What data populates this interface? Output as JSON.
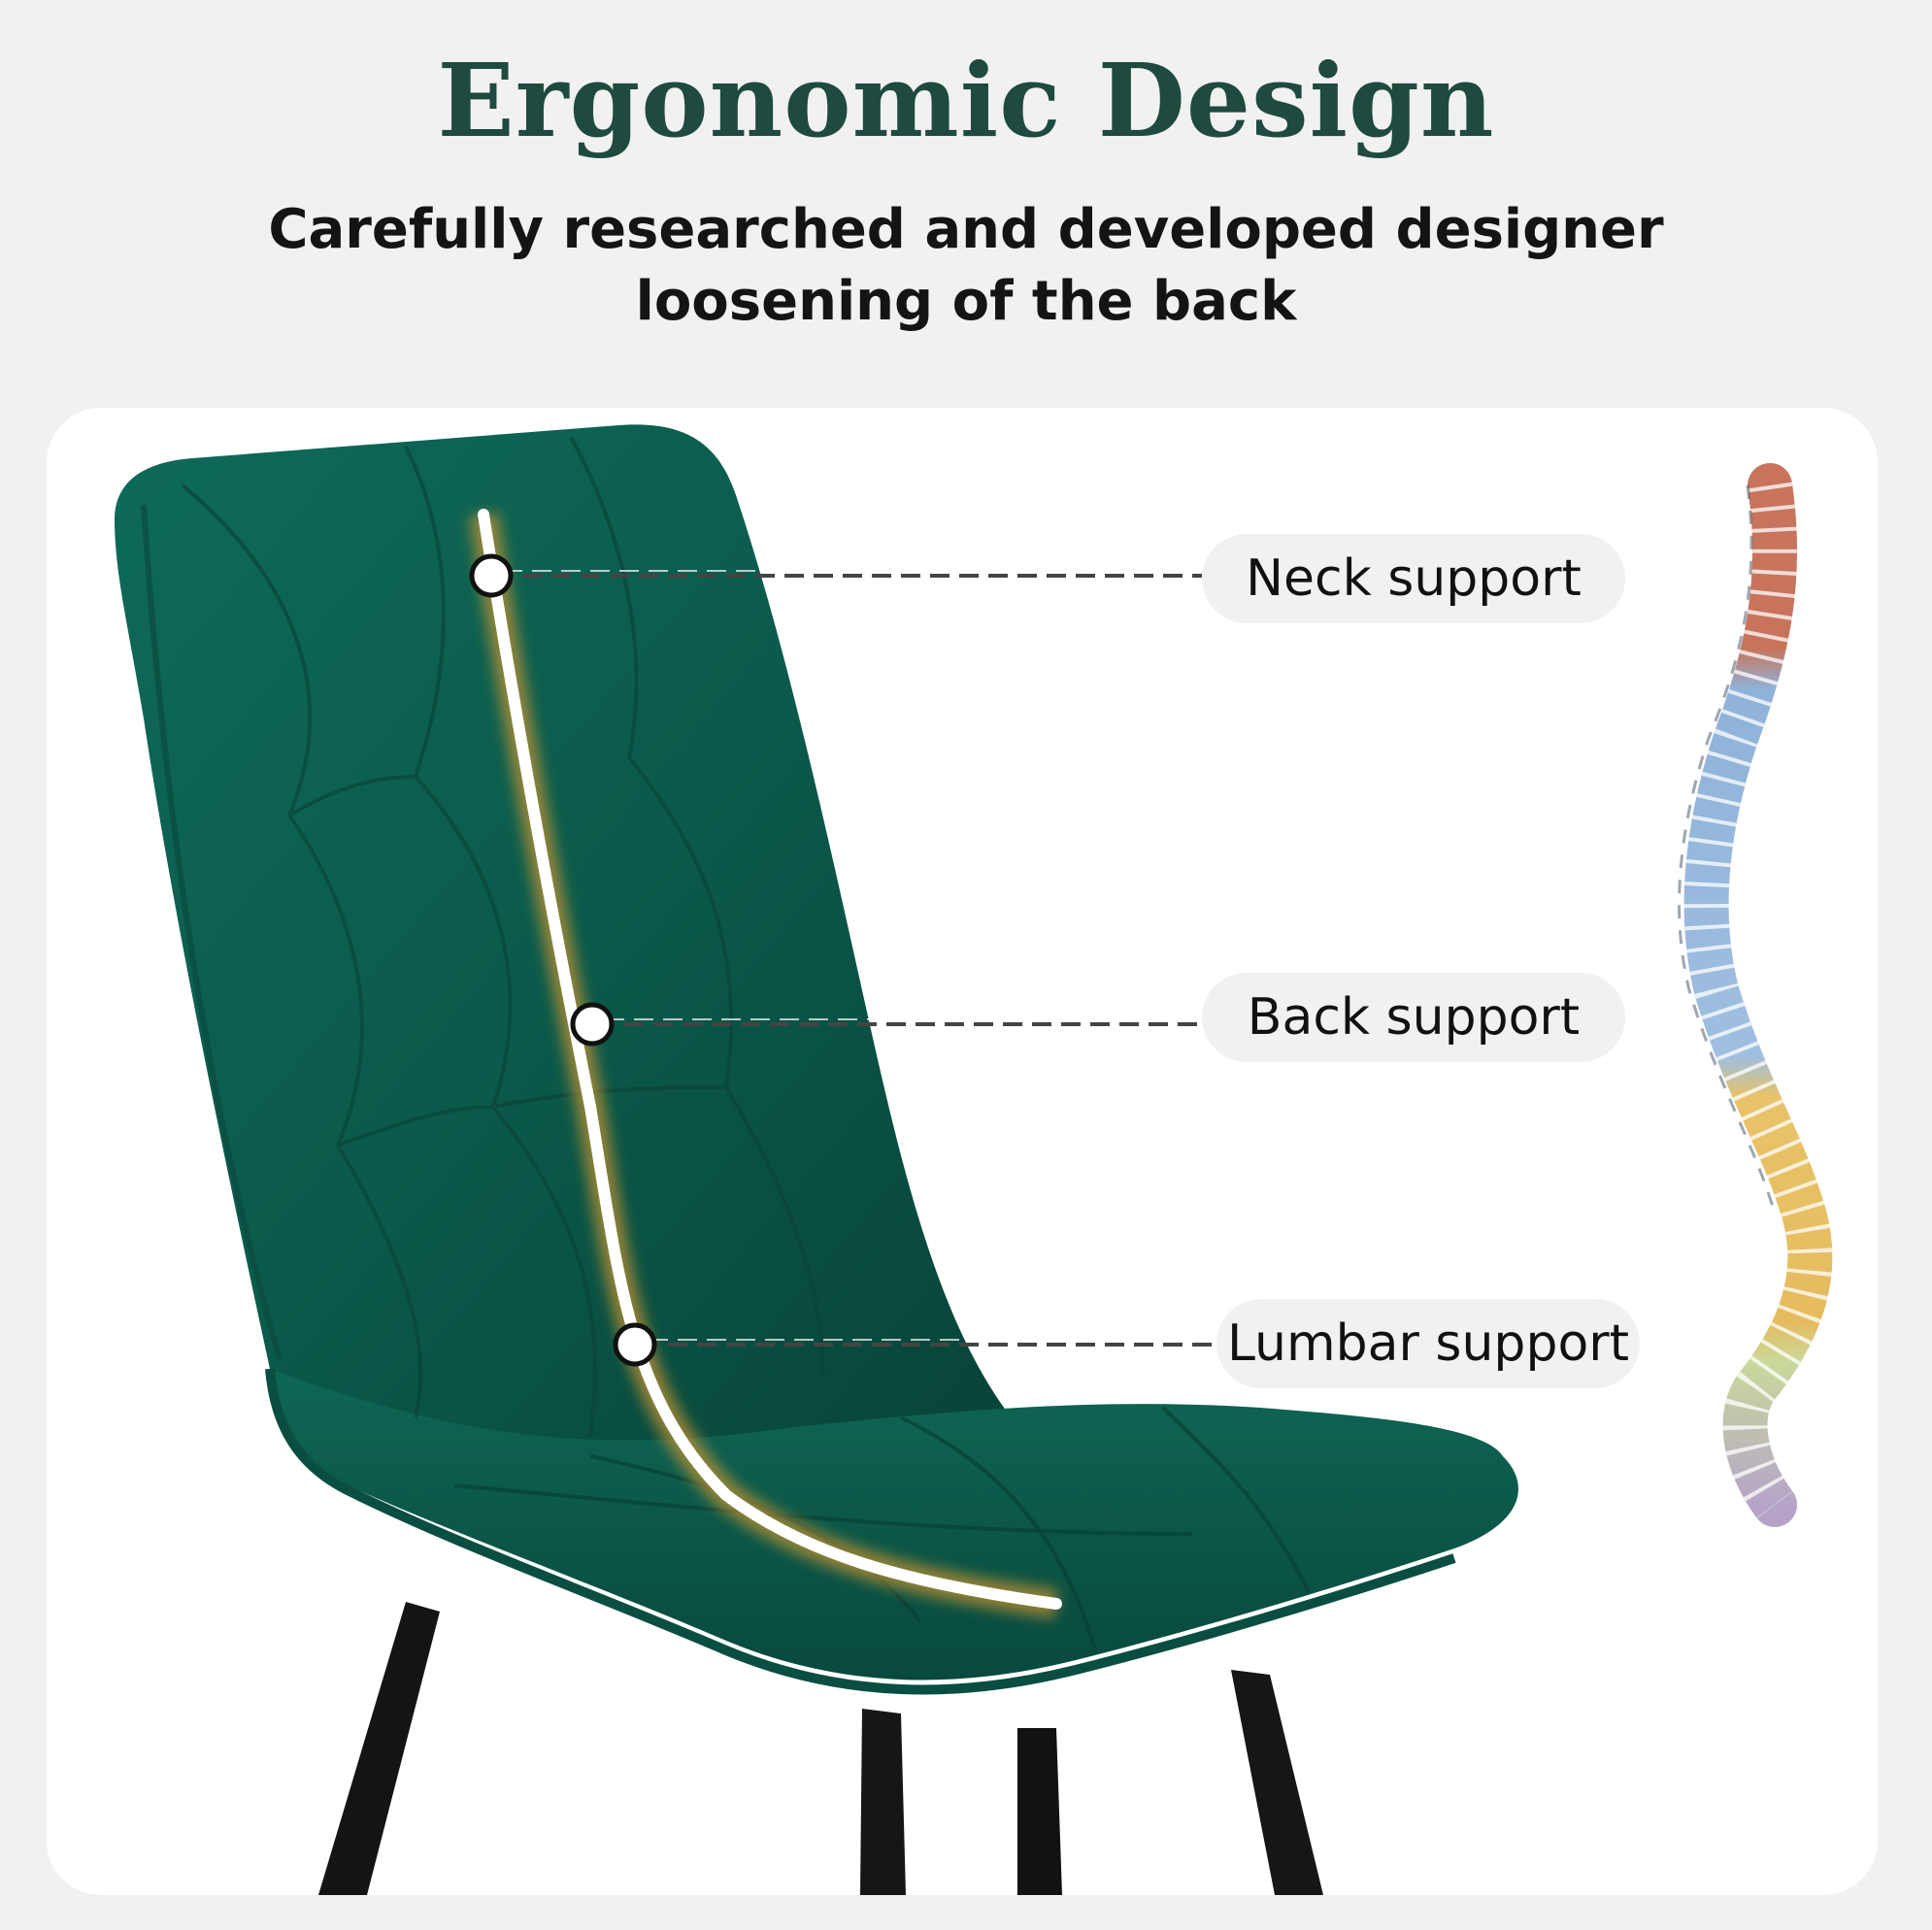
{
  "header": {
    "title": "Ergonomic Design",
    "subtitle_line1": "Carefully researched and developed designer",
    "subtitle_line2": "loosening of the back"
  },
  "callouts": [
    {
      "label": "Neck support"
    },
    {
      "label": "Back support"
    },
    {
      "label": "Lumbar support"
    }
  ],
  "colors": {
    "title": "#1e4a3f",
    "background": "#f1f1f1",
    "panel": "#ffffff",
    "chair_green": "#0d5a4c",
    "support_line_glow": "#d99a2e"
  },
  "icons": {
    "chair": "chair-illustration",
    "spine": "spine-illustration"
  }
}
